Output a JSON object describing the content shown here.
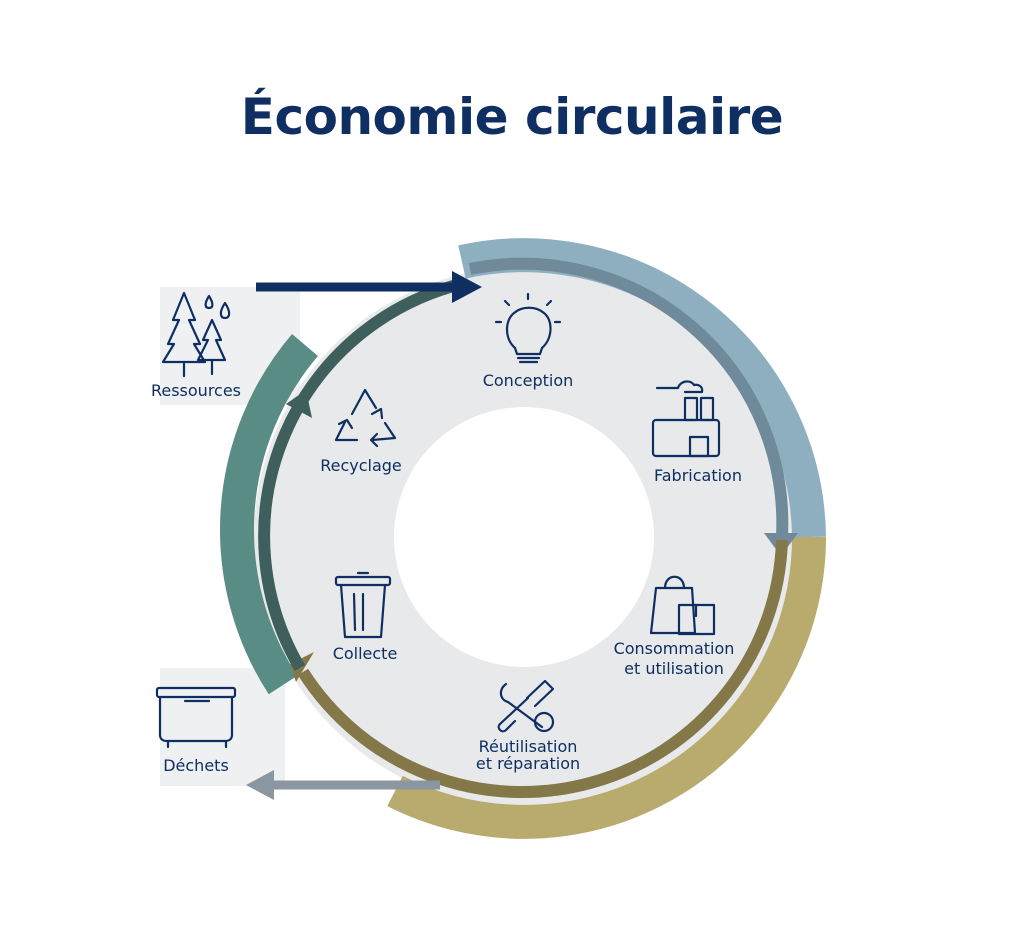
{
  "title": "Économie circulaire",
  "stages": {
    "conception": "Conception",
    "fabrication": "Fabrication",
    "consommation_line1": "Consommation",
    "consommation_line2": "et utilisation",
    "reutilisation_line1": "Réutilisation",
    "reutilisation_line2": "et réparation",
    "collecte": "Collecte",
    "recyclage": "Recyclage"
  },
  "external": {
    "ressources": "Ressources",
    "dechets": "Déchets"
  },
  "colors": {
    "title": "#0f2f63",
    "ring_blue": "#8eafc0",
    "ring_gold": "#b9aa6e",
    "ring_teal": "#5a8c86",
    "inner_arrow_blue": "#6f8a9a",
    "inner_arrow_gold": "#847849",
    "inner_arrow_teal": "#3f5f5c",
    "disk": "#e8e9ea",
    "resource_arrow": "#0f2f63",
    "waste_arrow": "#8a96a0"
  }
}
